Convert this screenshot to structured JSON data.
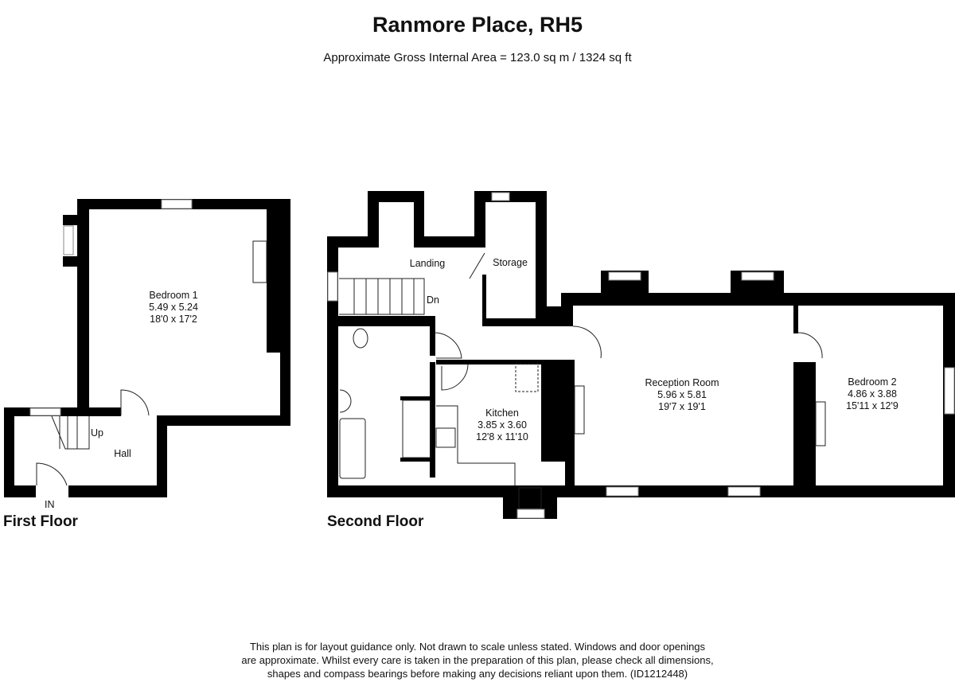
{
  "header": {
    "title": "Ranmore Place, RH5",
    "subtitle": "Approximate Gross Internal Area = 123.0 sq m / 1324 sq ft"
  },
  "floors": {
    "first": {
      "label": "First Floor",
      "entrance": "IN",
      "stairs": "Up",
      "rooms": [
        {
          "name": "Bedroom 1",
          "metric": "5.49 x 5.24",
          "imperial": "18'0 x 17'2"
        },
        {
          "name": "Hall"
        }
      ]
    },
    "second": {
      "label": "Second Floor",
      "stairs": "Dn",
      "rooms": [
        {
          "name": "Landing"
        },
        {
          "name": "Storage"
        },
        {
          "name": "Kitchen",
          "metric": "3.85 x 3.60",
          "imperial": "12'8 x 11'10"
        },
        {
          "name": "Reception Room",
          "metric": "5.96 x 5.81",
          "imperial": "19'7 x 19'1"
        },
        {
          "name": "Bedroom 2",
          "metric": "4.86 x 3.88",
          "imperial": "15'11 x 12'9"
        }
      ]
    }
  },
  "disclaimer": {
    "line1": "This plan is for layout guidance only. Not drawn to scale unless stated. Windows and door openings",
    "line2": "are approximate. Whilst every care is taken in the preparation of this plan, please check all dimensions,",
    "line3": "shapes and compass bearings before making any decisions reliant upon them. (ID1212448)"
  }
}
